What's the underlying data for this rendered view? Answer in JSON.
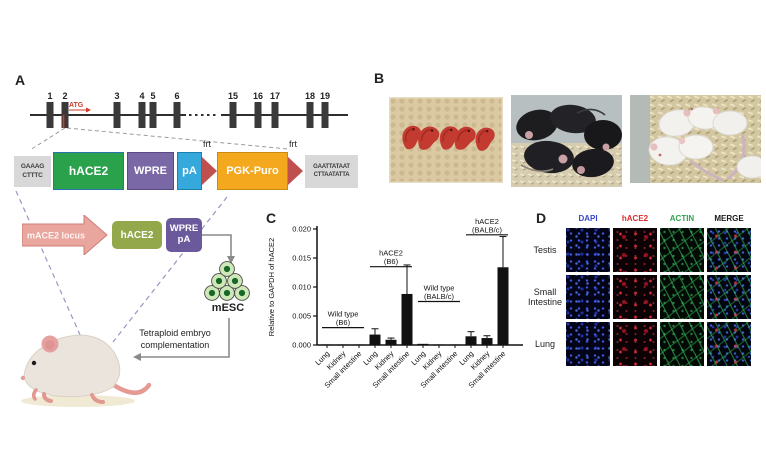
{
  "panels": {
    "a": {
      "label": "A",
      "gene_diagram": {
        "exon_numbers": [
          "1",
          "2",
          "3",
          "4",
          "5",
          "6",
          "15",
          "16",
          "17",
          "18",
          "19"
        ],
        "atg_label": "ATG",
        "atg_color": "#d03a2a"
      },
      "construct": {
        "left_seq_line1": "GAAAG",
        "left_seq_line2": "CTTTC",
        "hace2": {
          "label": "hACE2",
          "color": "#2aa14b"
        },
        "wpre": {
          "label": "WPRE",
          "color": "#7a68a6"
        },
        "pa": {
          "label": "pA",
          "color": "#35a8dc"
        },
        "frt_left": "frt",
        "frt_right": "frt",
        "frt_color": "#c0504d",
        "pgk_puro": {
          "label": "PGK-Puro",
          "color": "#f3a81d"
        },
        "right_seq_line1": "GAATTATAAT",
        "right_seq_line2": "CTTAATATTA"
      },
      "targeting": {
        "locus_arrow": {
          "label": "mACE2 locus",
          "color": "#e9a69f"
        },
        "hace2": {
          "label": "hACE2",
          "color": "#93a84b"
        },
        "wpre_pa_line1": "WPRE",
        "wpre_pa_line2": "pA",
        "wpre_pa_color": "#6a5a9c",
        "mesc_label": "mESC",
        "tetraploid_line1": "Tetraploid embryo",
        "tetraploid_line2": "complementation"
      }
    },
    "b": {
      "label": "B",
      "photos": [
        "newborn-red-pups-photo",
        "black-b6-mice-photo",
        "white-balbc-mice-photo"
      ]
    },
    "c": {
      "label": "C"
    },
    "d": {
      "label": "D",
      "columns": [
        {
          "label": "DAPI",
          "color": "#3a46d0"
        },
        {
          "label": "hACE2",
          "color": "#e02a2a"
        },
        {
          "label": "ACTIN",
          "color": "#2fa24e"
        },
        {
          "label": "MERGE",
          "color": "#1a1a1a"
        }
      ],
      "rows": [
        {
          "label": "Testis"
        },
        {
          "label": "Small Intestine"
        },
        {
          "label": "Lung"
        }
      ]
    }
  },
  "chart_data": {
    "type": "bar",
    "title": "",
    "xlabel": "",
    "ylabel": "Relative to GAPDH of hACE2",
    "ylim": [
      0,
      0.02
    ],
    "yticks": [
      "0.000",
      "0.005",
      "0.010",
      "0.015",
      "0.020"
    ],
    "grid": false,
    "legend": "none",
    "bar_color": "#111111",
    "categories": [
      "Lung",
      "Kidney",
      "Small intestine"
    ],
    "series": [
      {
        "name": "Wild type",
        "strain": "(B6)",
        "values": [
          0.0001,
          0.0001,
          0.0001
        ],
        "errors": [
          0,
          0,
          0
        ],
        "label_height": 0.003
      },
      {
        "name": "hACE2",
        "strain": "(B6)",
        "values": [
          0.0018,
          0.0009,
          0.0088
        ],
        "errors": [
          0.001,
          0.0003,
          0.005
        ],
        "label_height": 0.0135
      },
      {
        "name": "Wild type",
        "strain": "(BALB/c)",
        "values": [
          0.0002,
          0.0001,
          0.0001
        ],
        "errors": [
          0,
          0,
          0
        ],
        "label_height": 0.0075
      },
      {
        "name": "hACE2",
        "strain": "(BALB/c)",
        "values": [
          0.0015,
          0.0012,
          0.0134
        ],
        "errors": [
          0.0008,
          0.0004,
          0.0053
        ],
        "label_height": 0.019
      }
    ]
  }
}
